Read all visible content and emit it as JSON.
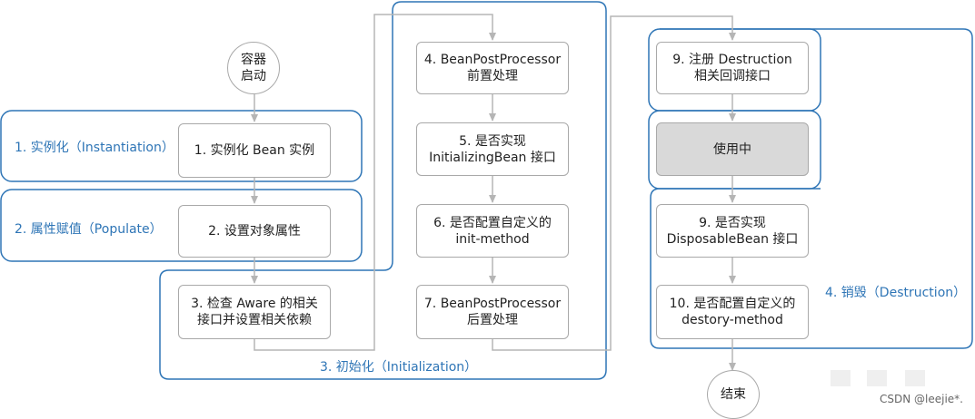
{
  "nodes": {
    "start": "容器\n启动",
    "n1": "1. 实例化 Bean 实例",
    "n2": "2. 设置对象属性",
    "n3": "3. 检查 Aware 的相关\n接口并设置相关依赖",
    "n4": "4. BeanPostProcessor\n前置处理",
    "n5": "5. 是否实现\nInitializingBean 接口",
    "n6": "6. 是否配置自定义的\ninit-method",
    "n7": "7. BeanPostProcessor\n后置处理",
    "n9a": "9. 注册 Destruction\n相关回调接口",
    "inuse": "使用中",
    "n9b": "9. 是否实现\nDisposableBean 接口",
    "n10": "10. 是否配置自定义的\ndestory-method",
    "end": "结束"
  },
  "phases": {
    "p1": "1. 实例化（Instantiation）",
    "p2": "2. 属性赋值（Populate）",
    "p3": "3. 初始化（Initialization）",
    "p4": "4. 销毁（Destruction）"
  },
  "watermark": "CSDN @leejie*.",
  "colors": {
    "phase": "#2e75b6",
    "box": "#a9a9a9",
    "arrow": "#b5b5b5",
    "inuse_fill": "#d9d9d9"
  }
}
